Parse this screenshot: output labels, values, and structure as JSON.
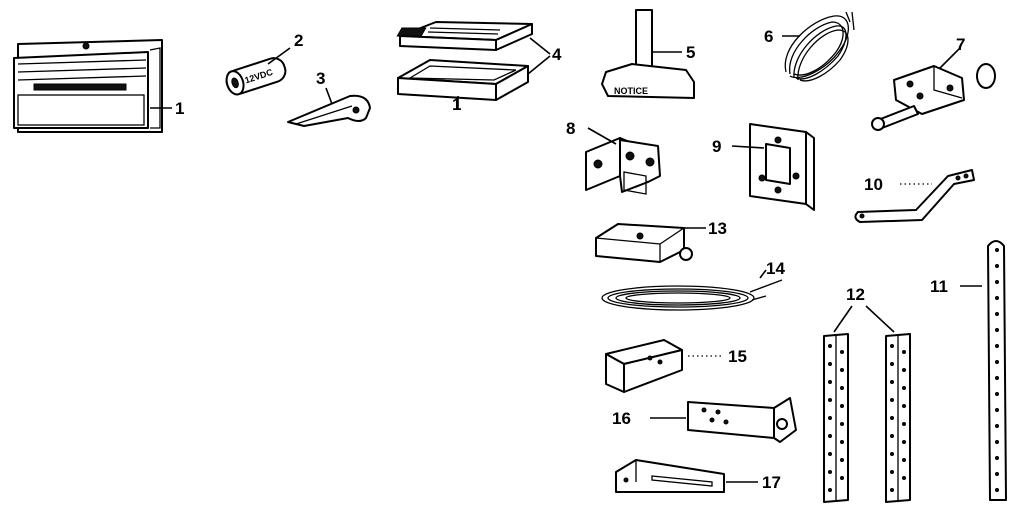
{
  "diagram": {
    "callouts": {
      "c1": "1",
      "c1b": "1",
      "c2": "2",
      "c3": "3",
      "c4": "4",
      "c5": "5",
      "c6": "6",
      "c7": "7",
      "c8": "8",
      "c9": "9",
      "c10": "10",
      "c11": "11",
      "c12": "12",
      "c13": "13",
      "c14": "14",
      "c15": "15",
      "c16": "16",
      "c17": "17"
    },
    "labels": {
      "battery": "12VDC",
      "sign": "NOTICE"
    }
  }
}
